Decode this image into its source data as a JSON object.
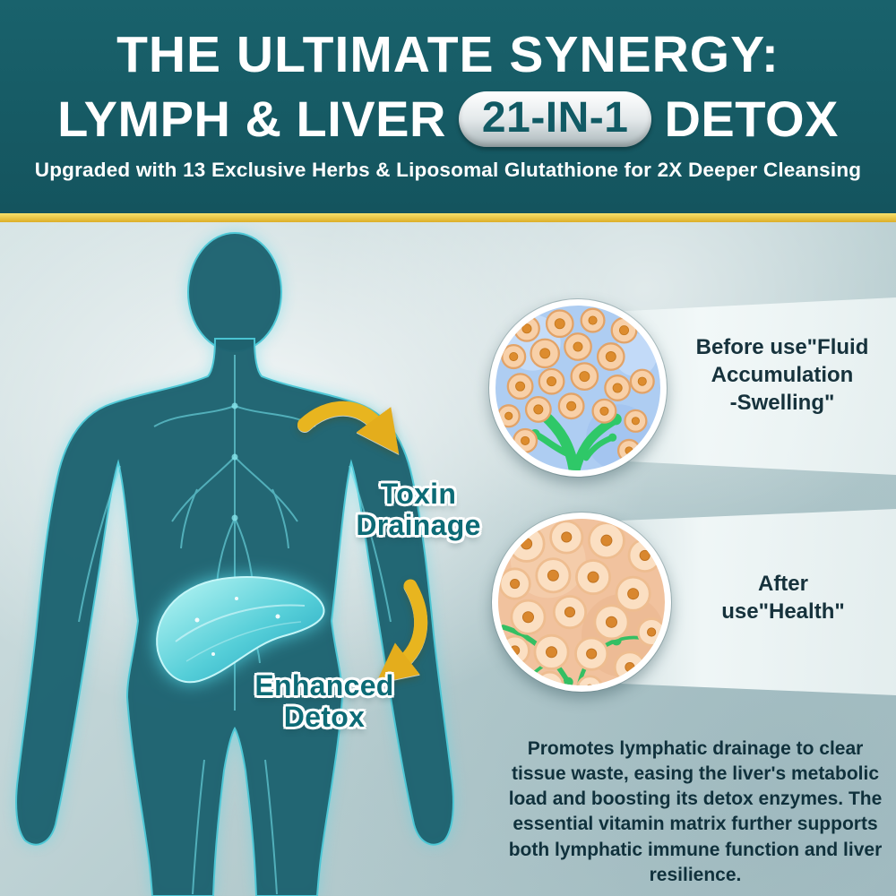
{
  "header": {
    "title_line1": "THE ULTIMATE SYNERGY:",
    "title_line2_prefix": "LYMPH & LIVER",
    "badge_label": "21-IN-1",
    "title_line2_suffix": "DETOX",
    "subtitle": "Upgraded with 13 Exclusive Herbs & Liposomal Glutathione for 2X Deeper Cleansing"
  },
  "diagram": {
    "toxin_drainage_label": "Toxin\nDrainage",
    "enhanced_detox_label": "Enhanced\nDetox",
    "before_label": "Before use\"Fluid\nAccumulation\n-Swelling\"",
    "after_label": "After\nuse\"Health\"",
    "description": "Promotes lymphatic drainage to clear tissue waste, easing the liver's metabolic load and boosting its detox enzymes. The essential vitamin matrix further supports both lymphatic immune function and liver resilience."
  },
  "colors": {
    "header_bg": "#175A63",
    "accent_yellow": "#E8B51F",
    "teal_label_text": "#0D6B76",
    "badge_text": "#115A64",
    "dark_text": "#10313C"
  }
}
